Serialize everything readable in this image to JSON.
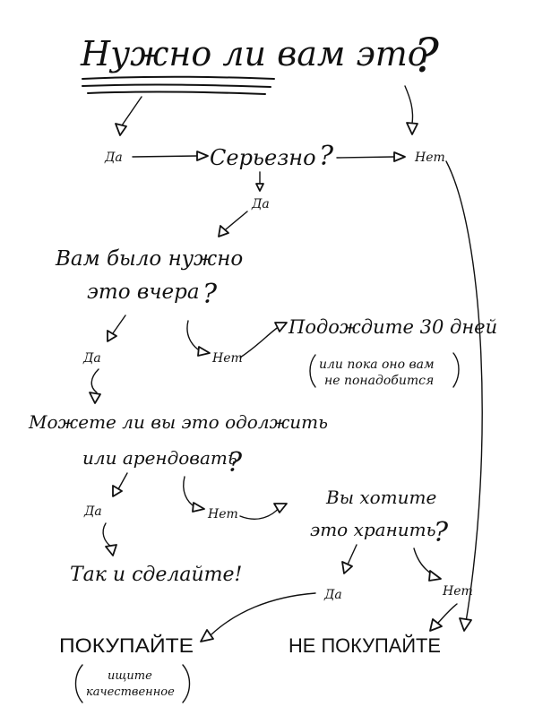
{
  "title": {
    "main": "Нужно ли вам это",
    "mark": "?"
  },
  "labels": {
    "yes": "Да",
    "no": "Нет",
    "q_mark": "?",
    "seriously": "Серьезно",
    "needed_yesterday_1": "Вам было нужно",
    "needed_yesterday_2": "это вчера",
    "wait_30": "Подождите 30 дней",
    "wait_note_1": "или пока оно вам",
    "wait_note_2": "не понадобится",
    "borrow_1": "Можете ли вы это одолжить",
    "borrow_2": "или арендовать",
    "store_1": "Вы хотите",
    "store_2": "это хранить",
    "do_it": "Так и сделайте!",
    "buy": "ПОКУПАЙТЕ",
    "buy_note_1": "ищите",
    "buy_note_2": "качественное",
    "dont_buy": "НЕ ПОКУПАЙТЕ"
  }
}
